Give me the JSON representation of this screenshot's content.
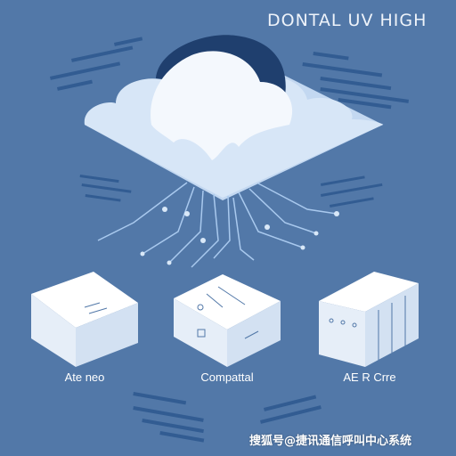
{
  "diagram": {
    "title": "DONTAL UV HIGH",
    "boxes": [
      {
        "label": "Ate neo"
      },
      {
        "label": "Compattal"
      },
      {
        "label": "AE R Crre"
      }
    ]
  },
  "watermark": "搜狐号@捷讯通信呼叫中心系统",
  "colors": {
    "background": "#5278a8",
    "cloud_light": "#d7e6f7",
    "cloud_white": "#f4f8fd",
    "cloud_dark": "#1f3f6e",
    "box_face": "#eef3fa",
    "connector": "#a9c9ee"
  }
}
